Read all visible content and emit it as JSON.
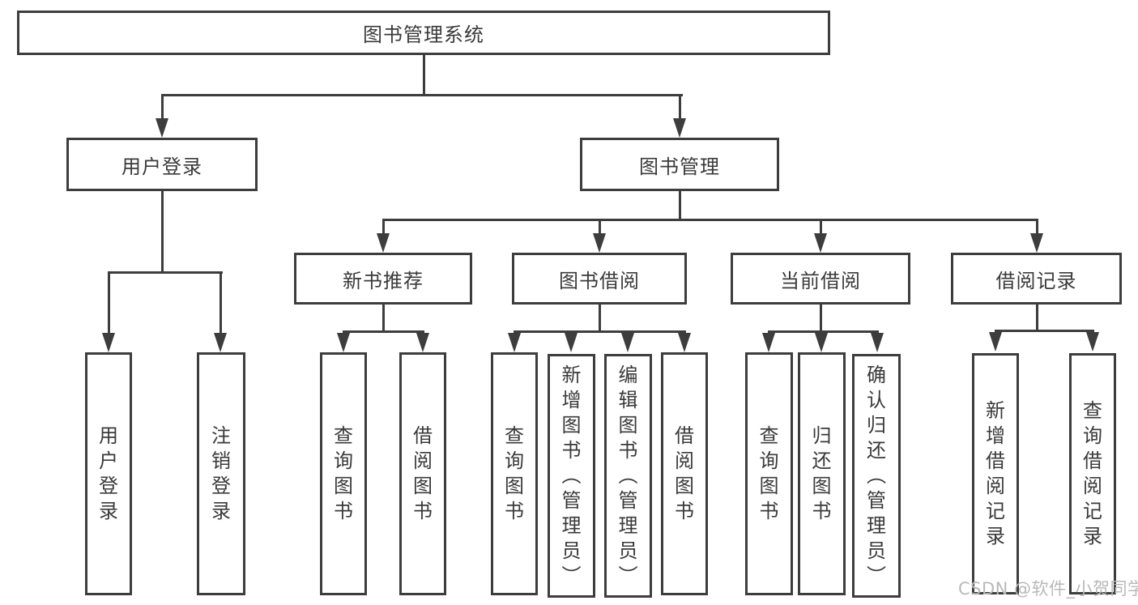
{
  "tree": {
    "root": "图书管理系统",
    "level2": [
      "用户登录",
      "图书管理"
    ],
    "level3": [
      "新书推荐",
      "图书借阅",
      "当前借阅",
      "借阅记录"
    ],
    "leaves": {
      "user_login": [
        "用户登录",
        "注销登录"
      ],
      "new_books": [
        "查询图书",
        "借阅图书"
      ],
      "borrow": [
        "查询图书",
        "新增图书（管理员）",
        "编辑图书（管理员）",
        "借阅图书"
      ],
      "current": [
        "查询图书",
        "归还图书",
        "确认归还（管理员）"
      ],
      "records": [
        "新增借阅记录",
        "查询借阅记录"
      ]
    }
  },
  "watermark": "CSDN @软件_小贺同学",
  "colors": {
    "line": "#3d3d3d",
    "text": "#3a3a3a",
    "watermark": "#b9b9b9",
    "background": "#ffffff"
  }
}
